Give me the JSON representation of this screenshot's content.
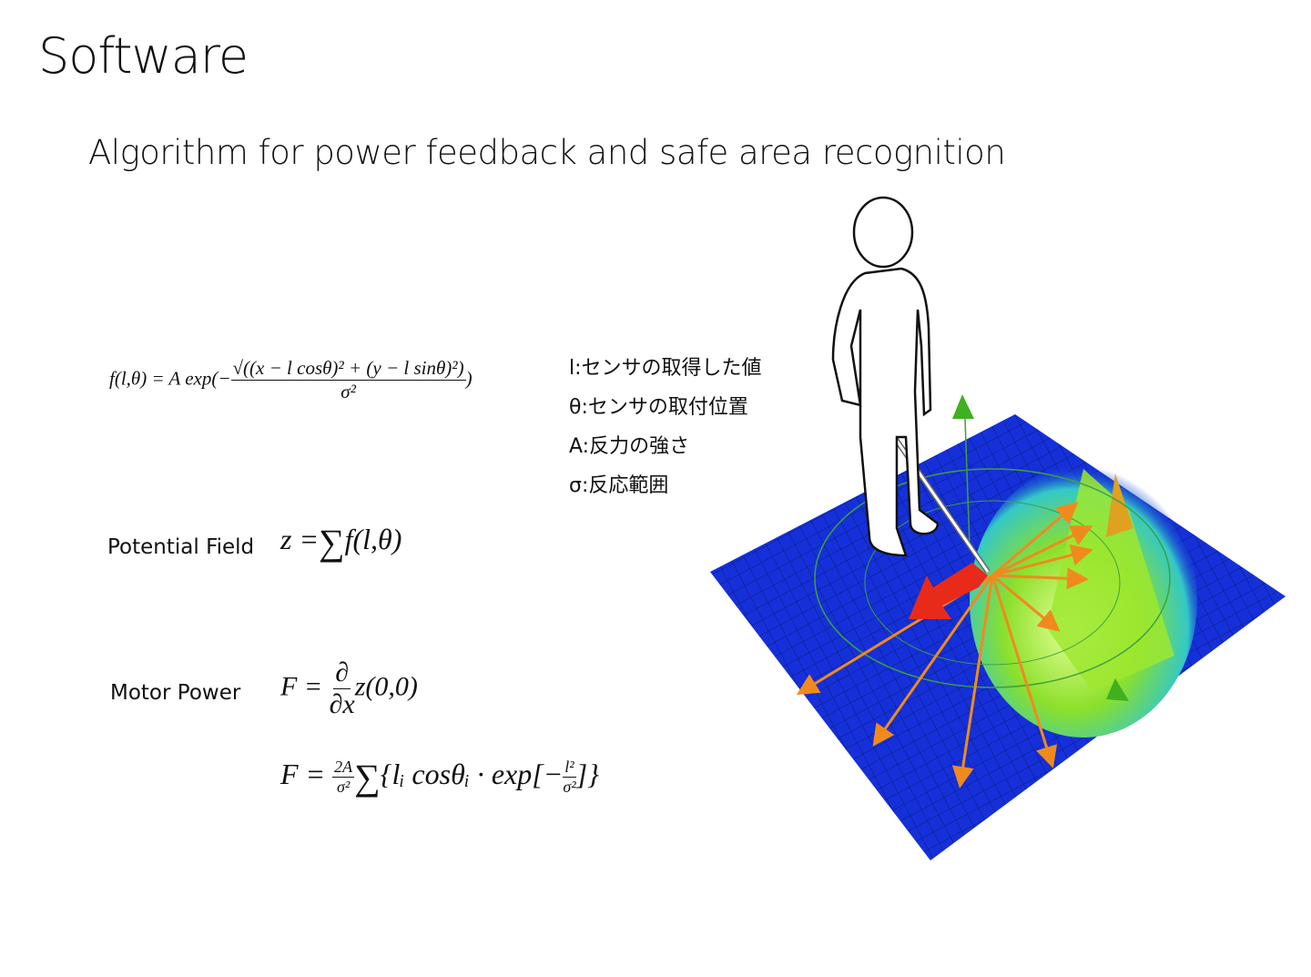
{
  "slide": {
    "title": "Software",
    "subtitle": "Algorithm for power feedback and safe area recognition"
  },
  "formula_f": {
    "lhs": "f(l,θ) = A exp(−",
    "numerator": "√((x − l cosθ)² + (y − l sinθ)²)",
    "denominator": "σ²",
    "close": ")"
  },
  "legend": [
    "l:センサの取得した値",
    "θ:センサの取付位置",
    "A:反力の強さ",
    "σ:反応範囲"
  ],
  "potential_field": {
    "label": "Potential Field",
    "lhs": "z =",
    "sum": "∑",
    "rhs": "f(l,θ)"
  },
  "motor_power": {
    "label": "Motor Power",
    "lhs": "F =",
    "num": "∂",
    "den": "∂x",
    "rhs": "z(0,0)"
  },
  "motor_power_2": {
    "lhs": "F =",
    "coef_num": "2A",
    "coef_den": "σ²",
    "sum": "∑",
    "body": "{lᵢ cosθᵢ · exp[−",
    "exp_num": "l²",
    "exp_den": "σ²",
    "close": "]}"
  },
  "colors": {
    "plane": "#1530d8",
    "peak": "#8be02a",
    "arrows": "#f08a1e",
    "force_arrow": "#e82a1a"
  }
}
